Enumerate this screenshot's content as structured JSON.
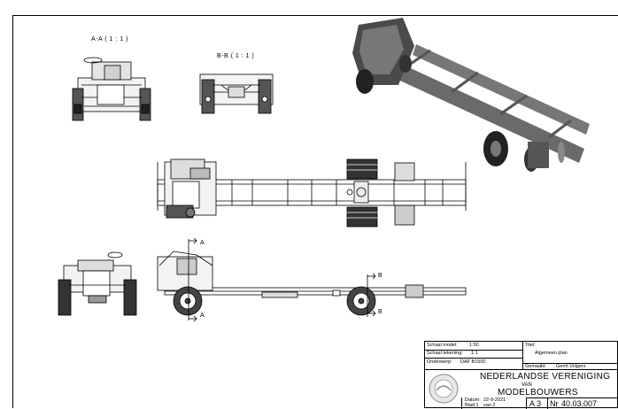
{
  "views": {
    "section_a": "A-A ( 1 : 1 )",
    "section_b": "B-B ( 1 : 1 )"
  },
  "cut_marks": {
    "a_top": "A",
    "a_bottom": "A",
    "b_top": "B",
    "b_bottom": "B"
  },
  "title_block": {
    "scale_model_label": "Schaal model:",
    "scale_model_value": "1:50",
    "scale_drawing_label": "Schaal tekening:",
    "scale_drawing_value": "1:1",
    "subject_label": "Onderwerp:",
    "subject_value": "DAF B1500",
    "title_label": "Titel:",
    "title_value": "Algemeen plan",
    "made_by_label": "Gemaakt:",
    "made_by_value": "Gerrit Volgers",
    "association_line1": "NEDERLANDSE VERENIGING",
    "association_line2": "VAN",
    "association_line3": "MODELBOUWERS",
    "date_label": "Datum:",
    "date_value": "22-9-2021",
    "sheet_label": "Blad 1",
    "sheet_of": "van 2",
    "format": "A 3",
    "number_label": "Nr",
    "number_value": "40.03.007"
  },
  "colors": {
    "line": "#000000",
    "render_dark": "#3a3a3a",
    "render_mid": "#8a8a8a",
    "render_light": "#c8c8c8"
  }
}
